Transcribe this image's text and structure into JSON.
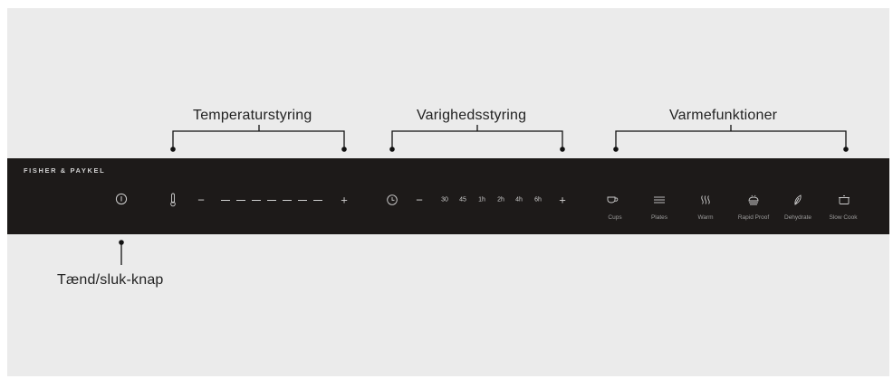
{
  "callouts": {
    "temperature": "Temperaturstyring",
    "duration": "Varighedsstyring",
    "heat_functions": "Varmefunktioner",
    "power": "Tænd/sluk-knap"
  },
  "panel": {
    "brand": "FISHER & PAYKEL",
    "minus_symbol": "−",
    "plus_symbol": "+",
    "durations": [
      "30",
      "45",
      "1h",
      "2h",
      "4h",
      "6h"
    ],
    "functions": [
      {
        "label": "Cups",
        "icon": "cup-icon"
      },
      {
        "label": "Plates",
        "icon": "plates-icon"
      },
      {
        "label": "Warm",
        "icon": "warm-icon"
      },
      {
        "label": "Rapid Proof",
        "icon": "rapid-proof-icon"
      },
      {
        "label": "Dehydrate",
        "icon": "dehydrate-icon"
      },
      {
        "label": "Slow Cook",
        "icon": "slow-cook-icon"
      }
    ]
  }
}
